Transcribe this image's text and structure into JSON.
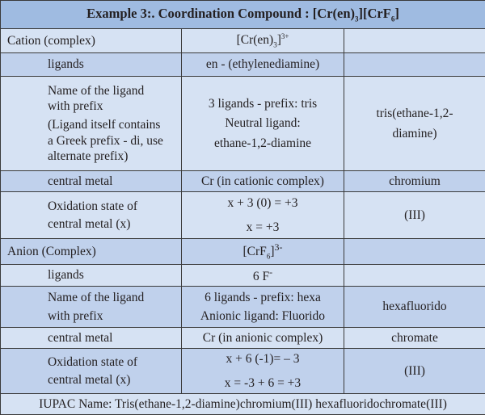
{
  "title": {
    "prefix": "Example 3:. Coordination Compound : [Cr(en)",
    "sub1": "3",
    "mid": "][CrF",
    "sub2": "6",
    "suffix": "]"
  },
  "rows": [
    {
      "col1": "Cation (complex)",
      "col2": {
        "pre": "[Cr(en)",
        "sub": "3",
        "post": "]",
        "sup": "3+"
      },
      "col3": ""
    },
    {
      "col1": "ligands",
      "col2": "en - (ethylenediamine)",
      "col3": ""
    },
    {
      "col1": [
        "Name of the ligand",
        "with prefix",
        "(Ligand itself contains",
        "a Greek prefix - di, use",
        "alternate prefix)"
      ],
      "col2": [
        "3 ligands - prefix: tris",
        "Neutral ligand:",
        "ethane-1,2-diamine"
      ],
      "col3": [
        "tris(ethane-1,2-",
        "diamine)"
      ]
    },
    {
      "col1": "central metal",
      "col2": "Cr (in cationic complex)",
      "col3": "chromium"
    },
    {
      "col1": [
        "Oxidation state of",
        "central metal (x)"
      ],
      "col2": [
        "x + 3 (0) = +3",
        "x =  +3"
      ],
      "col3": "(III)"
    },
    {
      "col1": "Anion (Complex)",
      "col2": {
        "pre": "[CrF",
        "sub": "6",
        "post": "]",
        "sup": "3-"
      },
      "col3": ""
    },
    {
      "col1": "ligands",
      "col2": {
        "pre": "6 F",
        "sup": "-"
      },
      "col3": ""
    },
    {
      "col1": [
        "Name of the ligand",
        "with prefix"
      ],
      "col2": [
        "6 ligands - prefix: hexa",
        "Anionic ligand: Fluorido"
      ],
      "col3": "hexafluorido"
    },
    {
      "col1": "central metal",
      "col2": "Cr (in anionic complex)",
      "col3": "chromate"
    },
    {
      "col1": [
        "Oxidation state of",
        "central metal (x)"
      ],
      "col2": [
        "x + 6 (-1)= – 3",
        "x = -3 + 6 = +3"
      ],
      "col3": "(III)"
    }
  ],
  "footer": "IUPAC Name: Tris(ethane-1,2-diamine)chromium(III) hexafluoridochromate(III)"
}
